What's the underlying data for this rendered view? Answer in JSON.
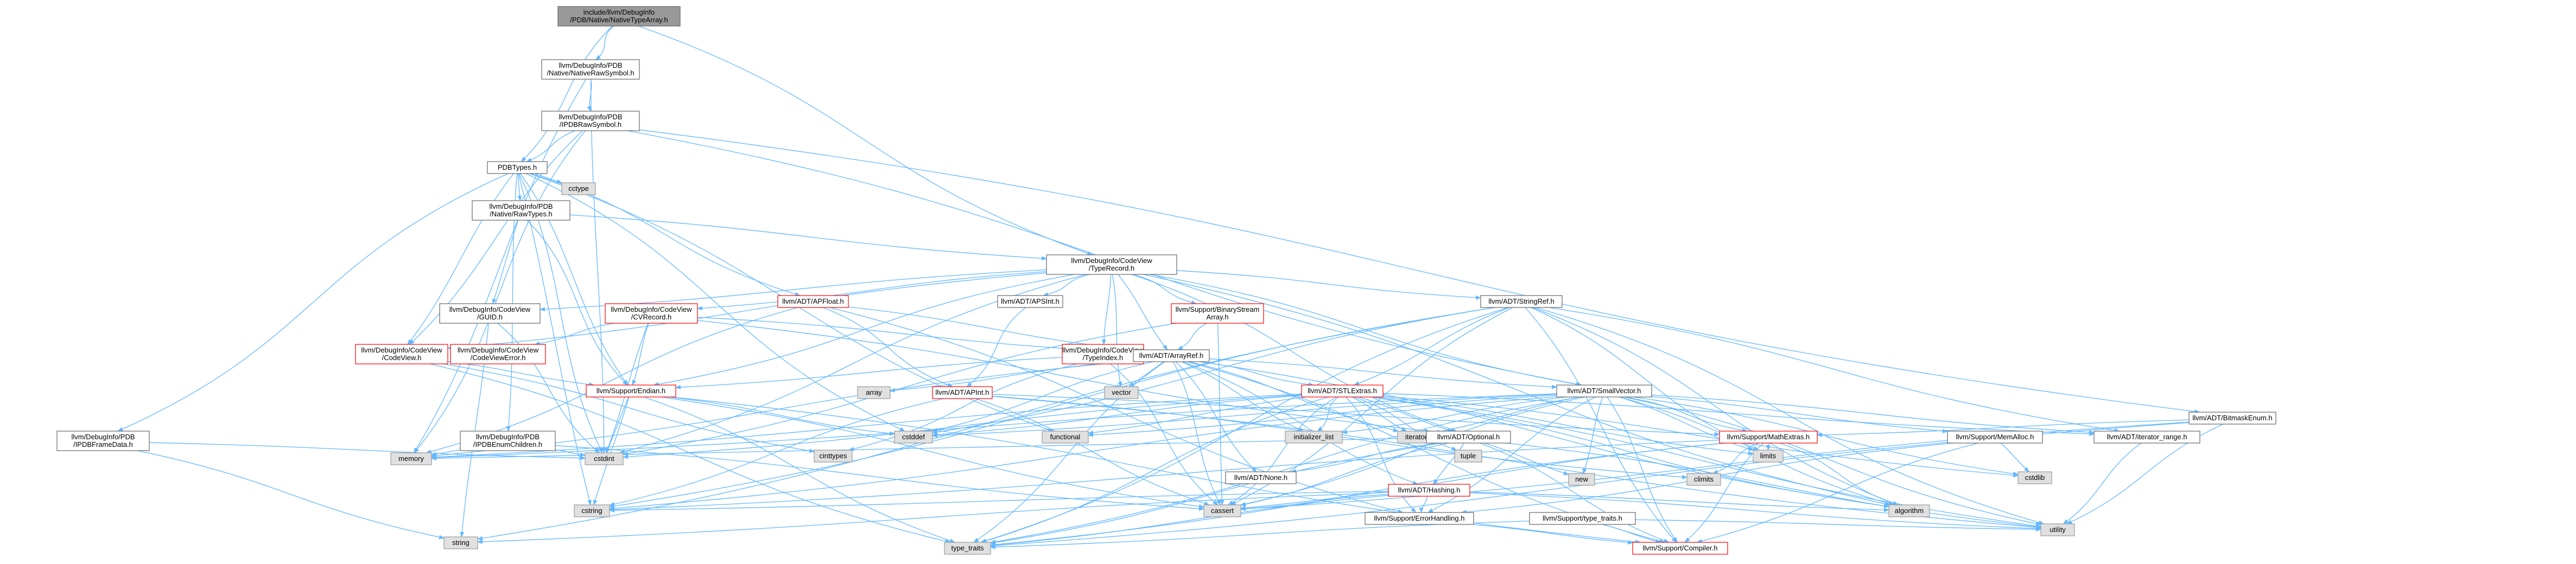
{
  "colors": {
    "edge": "#63b8ff",
    "edge_dark": "#4a7bb7",
    "node_border_normal": "#666666",
    "node_border_red": "#ff0000",
    "node_fill_normal": "#ffffff",
    "node_fill_root": "#999999",
    "node_fill_system": "#e0e0e0",
    "node_border_system": "#999999"
  },
  "nodes": [
    {
      "id": "root",
      "lines": [
        "include/llvm/DebugInfo",
        "/PDB/Native/NativeTypeArray.h"
      ],
      "style": "root"
    },
    {
      "id": "nrs",
      "lines": [
        "llvm/DebugInfo/PDB",
        "/Native/NativeRawSymbol.h"
      ],
      "style": "normal"
    },
    {
      "id": "pdbraw",
      "lines": [
        "llvm/DebugInfo/PDB",
        "/IPDBRawSymbol.h"
      ],
      "style": "normal"
    },
    {
      "id": "pdbtypes",
      "lines": [
        "PDBTypes.h"
      ],
      "style": "normal"
    },
    {
      "id": "cctype",
      "lines": [
        "cctype"
      ],
      "style": "system"
    },
    {
      "id": "rawtypes",
      "lines": [
        "llvm/DebugInfo/PDB",
        "/Native/RawTypes.h"
      ],
      "style": "normal"
    },
    {
      "id": "typerec",
      "lines": [
        "llvm/DebugInfo/CodeView",
        "/TypeRecord.h"
      ],
      "style": "normal"
    },
    {
      "id": "apfloat",
      "lines": [
        "llvm/ADT/APFloat.h"
      ],
      "style": "red"
    },
    {
      "id": "guid",
      "lines": [
        "llvm/DebugInfo/CodeView",
        "/GUID.h"
      ],
      "style": "normal"
    },
    {
      "id": "cvrecord",
      "lines": [
        "llvm/DebugInfo/CodeView",
        "/CVRecord.h"
      ],
      "style": "red"
    },
    {
      "id": "apsint",
      "lines": [
        "llvm/ADT/APSInt.h"
      ],
      "style": "normal"
    },
    {
      "id": "binstream",
      "lines": [
        "llvm/Support/BinaryStream",
        "Array.h"
      ],
      "style": "red"
    },
    {
      "id": "stringref",
      "lines": [
        "llvm/ADT/StringRef.h"
      ],
      "style": "normal"
    },
    {
      "id": "codeview",
      "lines": [
        "llvm/DebugInfo/CodeView",
        "/CodeView.h"
      ],
      "style": "red"
    },
    {
      "id": "cverror",
      "lines": [
        "llvm/DebugInfo/CodeView",
        "/CodeViewError.h"
      ],
      "style": "red"
    },
    {
      "id": "typeindex",
      "lines": [
        "llvm/DebugInfo/CodeView",
        "/TypeIndex.h"
      ],
      "style": "red"
    },
    {
      "id": "arrayref",
      "lines": [
        "llvm/ADT/ArrayRef.h"
      ],
      "style": "normal"
    },
    {
      "id": "bitmask",
      "lines": [
        "llvm/ADT/BitmaskEnum.h"
      ],
      "style": "normal"
    },
    {
      "id": "endian",
      "lines": [
        "llvm/Support/Endian.h"
      ],
      "style": "red"
    },
    {
      "id": "array",
      "lines": [
        "array"
      ],
      "style": "system"
    },
    {
      "id": "apint",
      "lines": [
        "llvm/ADT/APInt.h"
      ],
      "style": "red"
    },
    {
      "id": "vector",
      "lines": [
        "vector"
      ],
      "style": "system"
    },
    {
      "id": "stlextras",
      "lines": [
        "llvm/ADT/STLExtras.h"
      ],
      "style": "red"
    },
    {
      "id": "smallvec",
      "lines": [
        "llvm/ADT/SmallVector.h"
      ],
      "style": "normal"
    },
    {
      "id": "framedata",
      "lines": [
        "llvm/DebugInfo/PDB",
        "/IPDBFrameData.h"
      ],
      "style": "normal"
    },
    {
      "id": "enumchildren",
      "lines": [
        "llvm/DebugInfo/PDB",
        "/IPDBEnumChildren.h"
      ],
      "style": "normal"
    },
    {
      "id": "cstddef",
      "lines": [
        "cstddef"
      ],
      "style": "system"
    },
    {
      "id": "functional",
      "lines": [
        "functional"
      ],
      "style": "system"
    },
    {
      "id": "initlist",
      "lines": [
        "initializer_list"
      ],
      "style": "system"
    },
    {
      "id": "iterator",
      "lines": [
        "iterator"
      ],
      "style": "system"
    },
    {
      "id": "optional",
      "lines": [
        "llvm/ADT/Optional.h"
      ],
      "style": "normal"
    },
    {
      "id": "mathextras",
      "lines": [
        "llvm/Support/MathExtras.h"
      ],
      "style": "red"
    },
    {
      "id": "memalloc",
      "lines": [
        "llvm/Support/MemAlloc.h"
      ],
      "style": "normal"
    },
    {
      "id": "iterrange",
      "lines": [
        "llvm/ADT/iterator_range.h"
      ],
      "style": "normal"
    },
    {
      "id": "memory",
      "lines": [
        "memory"
      ],
      "style": "system"
    },
    {
      "id": "cstdint",
      "lines": [
        "cstdint"
      ],
      "style": "system"
    },
    {
      "id": "none",
      "lines": [
        "llvm/ADT/None.h"
      ],
      "style": "normal"
    },
    {
      "id": "new",
      "lines": [
        "new"
      ],
      "style": "system"
    },
    {
      "id": "climits",
      "lines": [
        "climits"
      ],
      "style": "system"
    },
    {
      "id": "cstdlib",
      "lines": [
        "cstdlib"
      ],
      "style": "system"
    },
    {
      "id": "hashing",
      "lines": [
        "llvm/ADT/Hashing.h"
      ],
      "style": "red"
    },
    {
      "id": "cstring",
      "lines": [
        "cstring"
      ],
      "style": "system"
    },
    {
      "id": "cassert",
      "lines": [
        "cassert"
      ],
      "style": "system"
    },
    {
      "id": "errhandling",
      "lines": [
        "llvm/Support/ErrorHandling.h"
      ],
      "style": "normal"
    },
    {
      "id": "typetraits_llvm",
      "lines": [
        "llvm/Support/type_traits.h"
      ],
      "style": "normal"
    },
    {
      "id": "algorithm",
      "lines": [
        "algorithm"
      ],
      "style": "system"
    },
    {
      "id": "utility",
      "lines": [
        "utility"
      ],
      "style": "system"
    },
    {
      "id": "string",
      "lines": [
        "string"
      ],
      "style": "system"
    },
    {
      "id": "type_traits",
      "lines": [
        "type_traits"
      ],
      "style": "system"
    },
    {
      "id": "compiler",
      "lines": [
        "llvm/Support/Compiler.h"
      ],
      "style": "red"
    }
  ],
  "edges": [
    [
      "root",
      "nrs"
    ],
    [
      "root",
      "pdbtypes"
    ],
    [
      "root",
      "typerec"
    ],
    [
      "nrs",
      "pdbraw"
    ],
    [
      "nrs",
      "memory"
    ],
    [
      "nrs",
      "cstdint"
    ],
    [
      "pdbraw",
      "pdbtypes"
    ],
    [
      "pdbraw",
      "bitmask"
    ],
    [
      "pdbraw",
      "smallvec"
    ],
    [
      "pdbraw",
      "codeview"
    ],
    [
      "pdbraw",
      "memory"
    ],
    [
      "pdbtypes",
      "cctype"
    ],
    [
      "pdbtypes",
      "rawtypes"
    ],
    [
      "pdbtypes",
      "apfloat"
    ],
    [
      "pdbtypes",
      "codeview"
    ],
    [
      "pdbtypes",
      "framedata"
    ],
    [
      "pdbtypes",
      "enumchildren"
    ],
    [
      "pdbtypes",
      "endian"
    ],
    [
      "pdbtypes",
      "cstddef"
    ],
    [
      "pdbtypes",
      "cstdint"
    ],
    [
      "pdbtypes",
      "cstring"
    ],
    [
      "pdbtypes",
      "functional"
    ],
    [
      "rawtypes",
      "typerec"
    ],
    [
      "rawtypes",
      "guid"
    ],
    [
      "rawtypes",
      "endian"
    ],
    [
      "typerec",
      "apsint"
    ],
    [
      "typerec",
      "arrayref"
    ],
    [
      "typerec",
      "optional"
    ],
    [
      "typerec",
      "smallvec"
    ],
    [
      "typerec",
      "stringref"
    ],
    [
      "typerec",
      "cvrecord"
    ],
    [
      "typerec",
      "codeview"
    ],
    [
      "typerec",
      "guid"
    ],
    [
      "typerec",
      "typeindex"
    ],
    [
      "typerec",
      "binstream"
    ],
    [
      "typerec",
      "endian"
    ],
    [
      "typerec",
      "algorithm"
    ],
    [
      "typerec",
      "cstdint"
    ],
    [
      "typerec",
      "vector"
    ],
    [
      "apfloat",
      "apint"
    ],
    [
      "apfloat",
      "arrayref"
    ],
    [
      "apfloat",
      "errhandling"
    ],
    [
      "apfloat",
      "memory"
    ],
    [
      "guid",
      "cstdint"
    ],
    [
      "guid",
      "string"
    ],
    [
      "cvrecord",
      "optional"
    ],
    [
      "cvrecord",
      "cverror"
    ],
    [
      "cvrecord",
      "endian"
    ],
    [
      "cvrecord",
      "cstdint"
    ],
    [
      "cvrecord",
      "arrayref"
    ],
    [
      "apsint",
      "apint"
    ],
    [
      "binstream",
      "arrayref"
    ],
    [
      "binstream",
      "cassert"
    ],
    [
      "binstream",
      "cstdint"
    ],
    [
      "stringref",
      "stlextras"
    ],
    [
      "stringref",
      "iterrange"
    ],
    [
      "stringref",
      "compiler"
    ],
    [
      "stringref",
      "algorithm"
    ],
    [
      "stringref",
      "cassert"
    ],
    [
      "stringref",
      "cstddef"
    ],
    [
      "stringref",
      "cstring"
    ],
    [
      "stringref",
      "limits"
    ],
    [
      "stringref",
      "string"
    ],
    [
      "stringref",
      "type_traits"
    ],
    [
      "stringref",
      "utility"
    ],
    [
      "codeview",
      "endian"
    ],
    [
      "codeview",
      "cinttypes"
    ],
    [
      "codeview",
      "type_traits"
    ],
    [
      "typeindex",
      "endian"
    ],
    [
      "typeindex",
      "cassert"
    ],
    [
      "typeindex",
      "cinttypes"
    ],
    [
      "arrayref",
      "hashing"
    ],
    [
      "arrayref",
      "none"
    ],
    [
      "arrayref",
      "smallvec"
    ],
    [
      "arrayref",
      "stlextras"
    ],
    [
      "arrayref",
      "compiler"
    ],
    [
      "arrayref",
      "algorithm"
    ],
    [
      "arrayref",
      "array"
    ],
    [
      "arrayref",
      "cassert"
    ],
    [
      "arrayref",
      "cstddef"
    ],
    [
      "arrayref",
      "initlist"
    ],
    [
      "arrayref",
      "iterator"
    ],
    [
      "arrayref",
      "memory"
    ],
    [
      "arrayref",
      "type_traits"
    ],
    [
      "arrayref",
      "vector"
    ],
    [
      "bitmask",
      "mathextras"
    ],
    [
      "bitmask",
      "cassert"
    ],
    [
      "bitmask",
      "type_traits"
    ],
    [
      "bitmask",
      "utility"
    ],
    [
      "endian",
      "compiler"
    ],
    [
      "endian",
      "type_traits"
    ],
    [
      "endian",
      "cassert"
    ],
    [
      "endian",
      "cstddef"
    ],
    [
      "endian",
      "cstdint"
    ],
    [
      "endian",
      "cstring"
    ],
    [
      "apint",
      "mathextras"
    ],
    [
      "apint",
      "cassert"
    ],
    [
      "apint",
      "climits"
    ],
    [
      "apint",
      "cstring"
    ],
    [
      "apint",
      "utility"
    ],
    [
      "stlextras",
      "optional"
    ],
    [
      "stlextras",
      "iterator"
    ],
    [
      "stlextras",
      "iterrange"
    ],
    [
      "stlextras",
      "errhandling"
    ],
    [
      "stlextras",
      "algorithm"
    ],
    [
      "stlextras",
      "cassert"
    ],
    [
      "stlextras",
      "cstddef"
    ],
    [
      "stlextras",
      "cstdint"
    ],
    [
      "stlextras",
      "cstdlib"
    ],
    [
      "stlextras",
      "functional"
    ],
    [
      "stlextras",
      "initlist"
    ],
    [
      "stlextras",
      "limits"
    ],
    [
      "stlextras",
      "memory"
    ],
    [
      "stlextras",
      "tuple"
    ],
    [
      "stlextras",
      "type_traits"
    ],
    [
      "stlextras",
      "utility"
    ],
    [
      "smallvec",
      "iterrange"
    ],
    [
      "smallvec",
      "compiler"
    ],
    [
      "smallvec",
      "errhandling"
    ],
    [
      "smallvec",
      "mathextras"
    ],
    [
      "smallvec",
      "memalloc"
    ],
    [
      "smallvec",
      "type_traits"
    ],
    [
      "smallvec",
      "algorithm"
    ],
    [
      "smallvec",
      "cassert"
    ],
    [
      "smallvec",
      "cstddef"
    ],
    [
      "smallvec",
      "cstdlib"
    ],
    [
      "smallvec",
      "cstring"
    ],
    [
      "smallvec",
      "functional"
    ],
    [
      "smallvec",
      "initlist"
    ],
    [
      "smallvec",
      "iterator"
    ],
    [
      "smallvec",
      "limits"
    ],
    [
      "smallvec",
      "memory"
    ],
    [
      "smallvec",
      "new"
    ],
    [
      "smallvec",
      "utility"
    ],
    [
      "framedata",
      "cstdint"
    ],
    [
      "framedata",
      "string"
    ],
    [
      "enumchildren",
      "cassert"
    ],
    [
      "enumchildren",
      "cstdint"
    ],
    [
      "enumchildren",
      "memory"
    ],
    [
      "optional",
      "hashing"
    ],
    [
      "optional",
      "none"
    ],
    [
      "optional",
      "compiler"
    ],
    [
      "optional",
      "type_traits"
    ],
    [
      "optional",
      "cassert"
    ],
    [
      "optional",
      "memory"
    ],
    [
      "optional",
      "new"
    ],
    [
      "optional",
      "utility"
    ],
    [
      "mathextras",
      "compiler"
    ],
    [
      "mathextras",
      "algorithm"
    ],
    [
      "mathextras",
      "cassert"
    ],
    [
      "mathextras",
      "climits"
    ],
    [
      "mathextras",
      "cstring"
    ],
    [
      "mathextras",
      "limits"
    ],
    [
      "mathextras",
      "type_traits"
    ],
    [
      "memalloc",
      "compiler"
    ],
    [
      "memalloc",
      "errhandling"
    ],
    [
      "memalloc",
      "cstdlib"
    ],
    [
      "iterrange",
      "utility"
    ],
    [
      "hashing",
      "errhandling"
    ],
    [
      "hashing",
      "type_traits"
    ],
    [
      "hashing",
      "algorithm"
    ],
    [
      "hashing",
      "cassert"
    ],
    [
      "hashing",
      "cstring"
    ],
    [
      "hashing",
      "string"
    ],
    [
      "hashing",
      "utility"
    ],
    [
      "errhandling",
      "compiler"
    ],
    [
      "typetraits_llvm",
      "compiler"
    ],
    [
      "typetraits_llvm",
      "type_traits"
    ],
    [
      "typetraits_llvm",
      "utility"
    ]
  ],
  "extra_nodes": [
    {
      "id": "limits",
      "lines": [
        "limits"
      ],
      "style": "system"
    },
    {
      "id": "tuple",
      "lines": [
        "tuple"
      ],
      "style": "system"
    },
    {
      "id": "cinttypes",
      "lines": [
        "cinttypes"
      ],
      "style": "system"
    }
  ]
}
